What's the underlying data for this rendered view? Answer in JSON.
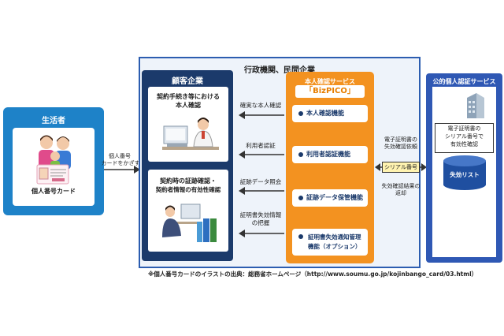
{
  "citizen": {
    "title": "生活者",
    "card_label": "個人番号カード"
  },
  "citizen_arrow": {
    "label_line1": "個人番号",
    "label_line2": "カードをかざす"
  },
  "org": {
    "title": "行政機関、民間企業"
  },
  "customer": {
    "title": "顧客企業",
    "box1_line1": "契約手続き等における",
    "box1_line2": "本人確認",
    "box2_line1": "契約時の証跡確認・",
    "box2_line2": "契約者情報の有効性確認"
  },
  "middle_labels": {
    "a1": "確実な本人確認",
    "a2": "利用者認証",
    "a3": "証跡データ照会",
    "a4_line1": "証明書失効情報",
    "a4_line2": "の把握"
  },
  "bizpico": {
    "subtitle": "本人確認サービス",
    "name": "「BizPICO」",
    "functions": [
      "本人確認機能",
      "利用者認証機能",
      "証跡データ保管機能"
    ],
    "function4_line1": "証明書失効通知管理",
    "function4_line2": "機能（オプション）"
  },
  "exchange": {
    "top_line1": "電子証明書の",
    "top_line2": "失効確認依頼",
    "serial_label": "シリアル番号",
    "bottom_line1": "失効確認結果の",
    "bottom_line2": "返却"
  },
  "public": {
    "title": "公的個人認証サービス",
    "note_line1": "電子証明書の",
    "note_line2": "シリアル番号で",
    "note_line3": "有効性確認",
    "db_label": "失効リスト"
  },
  "footnote": "※個人番号カードのイラストの出典：総務省ホームページ（http://www.soumu.go.jp/kojinbango_card/03.html）",
  "colors": {
    "citizen_blue": "#1e82c8",
    "navy": "#1b3a6b",
    "orange": "#f39220",
    "public_blue": "#2f58b4"
  }
}
